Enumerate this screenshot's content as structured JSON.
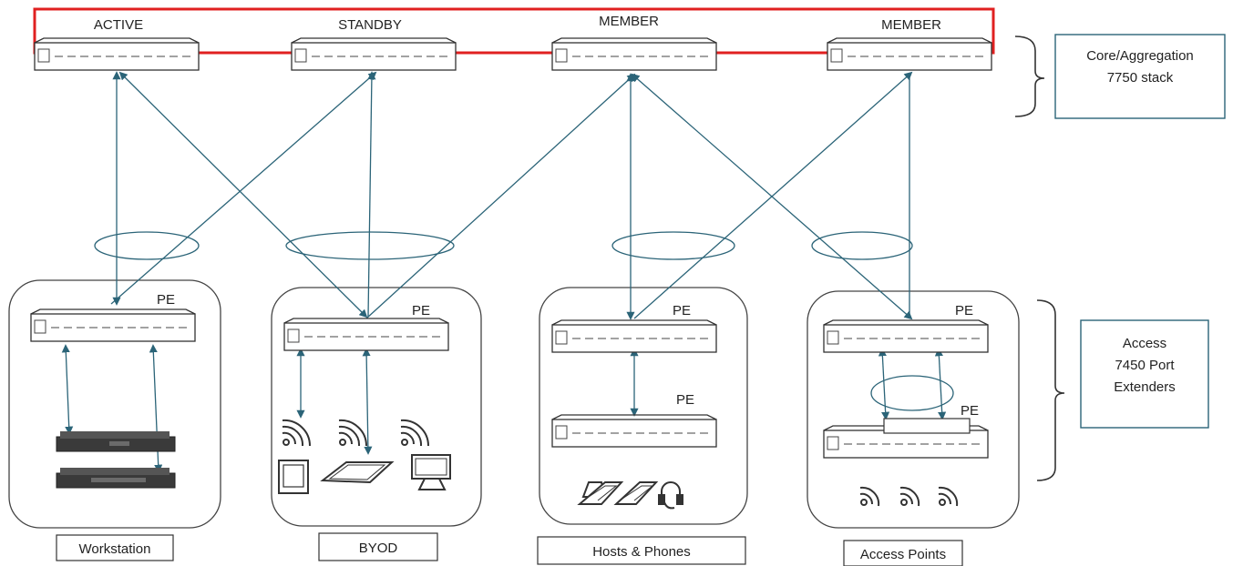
{
  "colors": {
    "link": "#2b6478",
    "stack_ring": "#e02020",
    "box_border": "#2b6478",
    "device": "#3a3a3a",
    "text": "#222222"
  },
  "core": {
    "switches": [
      {
        "id": "core-active",
        "label": "ACTIVE"
      },
      {
        "id": "core-standby",
        "label": "STANDBY"
      },
      {
        "id": "core-member-1",
        "label": "MEMBER"
      },
      {
        "id": "core-member-2",
        "label": "MEMBER"
      }
    ]
  },
  "groups": [
    {
      "id": "workstation",
      "caption": "Workstation",
      "pe_labels": [
        "PE"
      ],
      "icons": "workstation-icon"
    },
    {
      "id": "byod",
      "caption": "BYOD",
      "pe_labels": [
        "PE"
      ],
      "icons": "byod-device-icon"
    },
    {
      "id": "hosts-phones",
      "caption": "Hosts & Phones",
      "pe_labels": [
        "PE",
        "PE"
      ],
      "icons": "laptop-icon"
    },
    {
      "id": "access-points",
      "caption": "Access Points",
      "pe_labels": [
        "PE",
        "PE"
      ],
      "icons": "wireless-ap-icon"
    }
  ],
  "layers": [
    {
      "id": "core",
      "line1": "Core/Aggregation",
      "line2": "7750 stack"
    },
    {
      "id": "access",
      "line1": "Access",
      "line2": "7450 Port",
      "line3": "Extenders"
    }
  ]
}
